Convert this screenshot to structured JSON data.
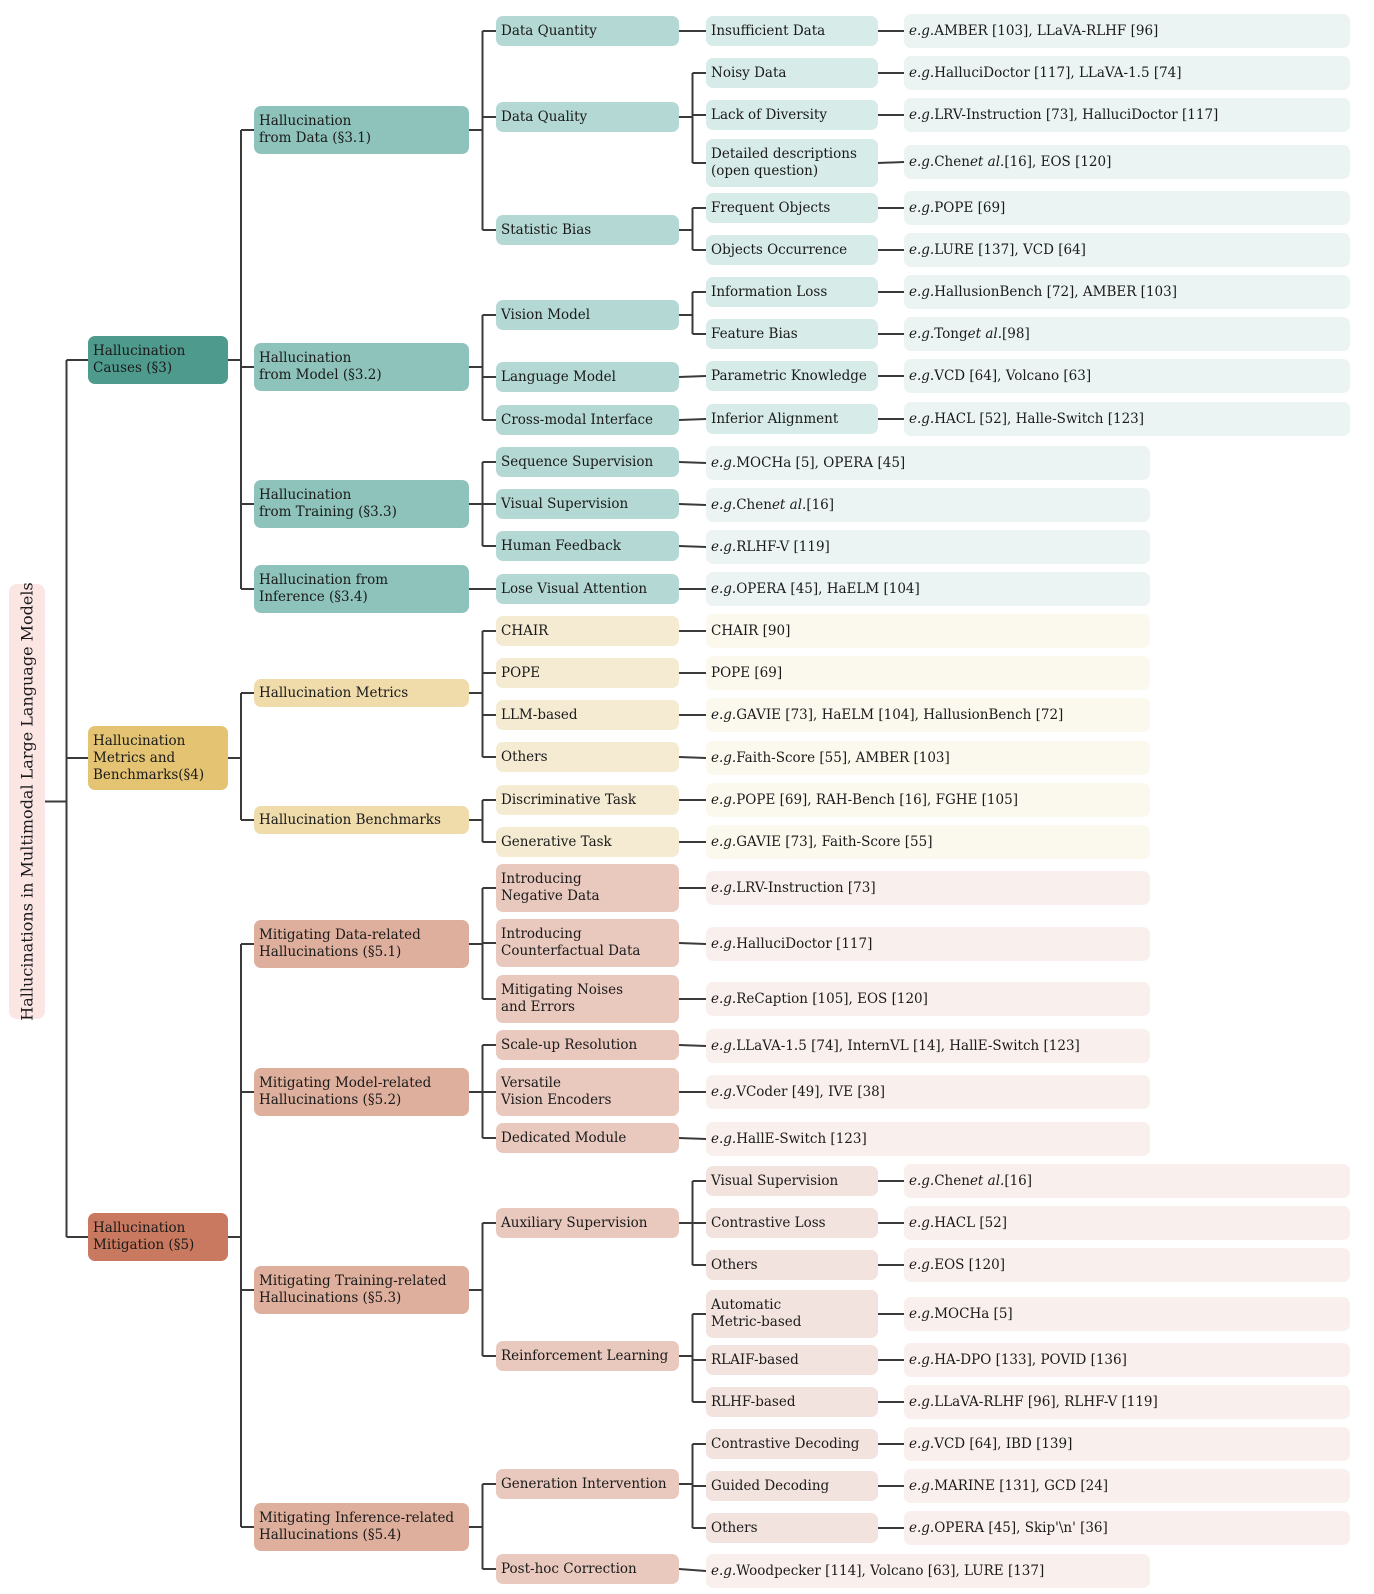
{
  "root": {
    "id": "root",
    "label": "Hallucinations in Multimodal Large Language Models"
  },
  "level1": [
    {
      "id": "causes",
      "label": "Hallucination\nCauses (§3)",
      "theme": "cause"
    },
    {
      "id": "metrics",
      "label": "Hallucination\nMetrics and\nBenchmarks(§4)",
      "theme": "metric"
    },
    {
      "id": "mitigation",
      "label": "Hallucination\nMitigation (§5)",
      "theme": "mit"
    }
  ],
  "level2": [
    {
      "id": "from-data",
      "parent": "causes",
      "label": "Hallucination\nfrom Data (§3.1)"
    },
    {
      "id": "from-model",
      "parent": "causes",
      "label": "Hallucination\nfrom Model (§3.2)"
    },
    {
      "id": "from-training",
      "parent": "causes",
      "label": "Hallucination\nfrom Training (§3.3)"
    },
    {
      "id": "from-inference",
      "parent": "causes",
      "label": "Hallucination from\nInference (§3.4)"
    },
    {
      "id": "h-metrics",
      "parent": "metrics",
      "label": "Hallucination Metrics"
    },
    {
      "id": "h-benchmarks",
      "parent": "metrics",
      "label": "Hallucination Benchmarks"
    },
    {
      "id": "mit-data",
      "parent": "mitigation",
      "label": "Mitigating Data-related\nHallucinations (§5.1)"
    },
    {
      "id": "mit-model",
      "parent": "mitigation",
      "label": "Mitigating Model-related\nHallucinations (§5.2)"
    },
    {
      "id": "mit-training",
      "parent": "mitigation",
      "label": "Mitigating Training-related\nHallucinations (§5.3)"
    },
    {
      "id": "mit-inference",
      "parent": "mitigation",
      "label": "Mitigating Inference-related\nHallucinations (§5.4)"
    }
  ],
  "level3": [
    {
      "id": "data-quantity",
      "parent": "from-data",
      "label": "Data Quantity"
    },
    {
      "id": "data-quality",
      "parent": "from-data",
      "label": "Data Quality"
    },
    {
      "id": "statistic-bias",
      "parent": "from-data",
      "label": "Statistic Bias"
    },
    {
      "id": "vision-model",
      "parent": "from-model",
      "label": "Vision Model"
    },
    {
      "id": "language-model",
      "parent": "from-model",
      "label": "Language Model"
    },
    {
      "id": "cross-modal",
      "parent": "from-model",
      "label": "Cross-modal Interface"
    },
    {
      "id": "seq-sup",
      "parent": "from-training",
      "label": "Sequence Supervision"
    },
    {
      "id": "vis-sup",
      "parent": "from-training",
      "label": "Visual Supervision"
    },
    {
      "id": "human-fb",
      "parent": "from-training",
      "label": "Human Feedback"
    },
    {
      "id": "lose-vis",
      "parent": "from-inference",
      "label": "Lose Visual Attention"
    },
    {
      "id": "chair",
      "parent": "h-metrics",
      "label": "CHAIR"
    },
    {
      "id": "pope",
      "parent": "h-metrics",
      "label": "POPE"
    },
    {
      "id": "llm-based",
      "parent": "h-metrics",
      "label": "LLM-based"
    },
    {
      "id": "others-m",
      "parent": "h-metrics",
      "label": "Others"
    },
    {
      "id": "discrim",
      "parent": "h-benchmarks",
      "label": "Discriminative Task"
    },
    {
      "id": "generative",
      "parent": "h-benchmarks",
      "label": "Generative Task"
    },
    {
      "id": "neg-data",
      "parent": "mit-data",
      "label": "Introducing\nNegative Data"
    },
    {
      "id": "cf-data",
      "parent": "mit-data",
      "label": "Introducing\nCounterfactual Data"
    },
    {
      "id": "noise",
      "parent": "mit-data",
      "label": "Mitigating Noises\nand Errors"
    },
    {
      "id": "scale-res",
      "parent": "mit-model",
      "label": "Scale-up Resolution"
    },
    {
      "id": "versatile",
      "parent": "mit-model",
      "label": "Versatile\nVision Encoders"
    },
    {
      "id": "dedicated",
      "parent": "mit-model",
      "label": "Dedicated Module"
    },
    {
      "id": "aux-sup",
      "parent": "mit-training",
      "label": "Auxiliary Supervision"
    },
    {
      "id": "rl",
      "parent": "mit-training",
      "label": "Reinforcement Learning"
    },
    {
      "id": "gen-int",
      "parent": "mit-inference",
      "label": "Generation Intervention"
    },
    {
      "id": "posthoc",
      "parent": "mit-inference",
      "label": "Post-hoc Correction"
    }
  ],
  "level4": [
    {
      "id": "insufficient",
      "parent": "data-quantity",
      "label": "Insufficient Data"
    },
    {
      "id": "noisy",
      "parent": "data-quality",
      "label": "Noisy Data"
    },
    {
      "id": "diversity",
      "parent": "data-quality",
      "label": "Lack of Diversity"
    },
    {
      "id": "detailed",
      "parent": "data-quality",
      "label": "Detailed descriptions\n(open question)"
    },
    {
      "id": "freq-obj",
      "parent": "statistic-bias",
      "label": "Frequent Objects"
    },
    {
      "id": "obj-occ",
      "parent": "statistic-bias",
      "label": "Objects Occurrence"
    },
    {
      "id": "info-loss",
      "parent": "vision-model",
      "label": "Information Loss"
    },
    {
      "id": "feat-bias",
      "parent": "vision-model",
      "label": "Feature Bias"
    },
    {
      "id": "param-know",
      "parent": "language-model",
      "label": "Parametric Knowledge"
    },
    {
      "id": "inf-align",
      "parent": "cross-modal",
      "label": "Inferior Alignment"
    },
    {
      "id": "ex-seq",
      "parent": "seq-sup",
      "label": "e.g. MOCHa [5], OPERA [45]",
      "leaf": true
    },
    {
      "id": "ex-vis",
      "parent": "vis-sup",
      "label": "e.g. Chen et al. [16]",
      "leaf": true
    },
    {
      "id": "ex-hf",
      "parent": "human-fb",
      "label": "e.g. RLHF-V [119]",
      "leaf": true
    },
    {
      "id": "ex-lose",
      "parent": "lose-vis",
      "label": "e.g. OPERA [45], HaELM [104]",
      "leaf": true
    },
    {
      "id": "ex-chair",
      "parent": "chair",
      "label": "CHAIR [90]",
      "leaf": true
    },
    {
      "id": "ex-pope",
      "parent": "pope",
      "label": "POPE [69]",
      "leaf": true
    },
    {
      "id": "ex-llm",
      "parent": "llm-based",
      "label": "e.g. GAVIE [73], HaELM [104], HallusionBench [72]",
      "leaf": true
    },
    {
      "id": "ex-others-m",
      "parent": "others-m",
      "label": "e.g. Faith-Score [55], AMBER [103]",
      "leaf": true
    },
    {
      "id": "ex-discrim",
      "parent": "discrim",
      "label": "e.g. POPE [69], RAH-Bench [16], FGHE [105]",
      "leaf": true
    },
    {
      "id": "ex-gen",
      "parent": "generative",
      "label": "e.g. GAVIE [73], Faith-Score [55]",
      "leaf": true
    },
    {
      "id": "ex-neg",
      "parent": "neg-data",
      "label": "e.g. LRV-Instruction [73]",
      "leaf": true
    },
    {
      "id": "ex-cf",
      "parent": "cf-data",
      "label": "e.g. HalluciDoctor [117]",
      "leaf": true
    },
    {
      "id": "ex-noise",
      "parent": "noise",
      "label": "e.g. ReCaption [105], EOS [120]",
      "leaf": true
    },
    {
      "id": "ex-scale",
      "parent": "scale-res",
      "label": "e.g. LLaVA-1.5 [74], InternVL [14], HallE-Switch [123]",
      "leaf": true
    },
    {
      "id": "ex-versatile",
      "parent": "versatile",
      "label": "e.g. VCoder [49], IVE [38]",
      "leaf": true
    },
    {
      "id": "ex-dedicated",
      "parent": "dedicated",
      "label": "e.g. HallE-Switch [123]",
      "leaf": true
    },
    {
      "id": "aux-vis",
      "parent": "aux-sup",
      "label": "Visual Supervision"
    },
    {
      "id": "aux-contr",
      "parent": "aux-sup",
      "label": "Contrastive Loss"
    },
    {
      "id": "aux-others",
      "parent": "aux-sup",
      "label": "Others"
    },
    {
      "id": "rl-auto",
      "parent": "rl",
      "label": "Automatic\nMetric-based"
    },
    {
      "id": "rl-aif",
      "parent": "rl",
      "label": "RLAIF-based"
    },
    {
      "id": "rl-hf",
      "parent": "rl",
      "label": "RLHF-based"
    },
    {
      "id": "gi-contr",
      "parent": "gen-int",
      "label": "Contrastive Decoding"
    },
    {
      "id": "gi-guided",
      "parent": "gen-int",
      "label": "Guided Decoding"
    },
    {
      "id": "gi-others",
      "parent": "gen-int",
      "label": "Others"
    },
    {
      "id": "ex-posthoc",
      "parent": "posthoc",
      "label": "e.g.Woodpecker [114], Volcano [63], LURE [137]",
      "leaf": true
    }
  ],
  "level5": [
    {
      "id": "ex-insufficient",
      "parent": "insufficient",
      "label": "e.g. AMBER [103], LLaVA-RLHF [96]"
    },
    {
      "id": "ex-noisy",
      "parent": "noisy",
      "label": "e.g. HalluciDoctor [117], LLaVA-1.5 [74]"
    },
    {
      "id": "ex-diversity",
      "parent": "diversity",
      "label": "e.g. LRV-Instruction [73], HalluciDoctor [117]"
    },
    {
      "id": "ex-detailed",
      "parent": "detailed",
      "label": "e.g. Chen et al. [16], EOS [120]"
    },
    {
      "id": "ex-freq",
      "parent": "freq-obj",
      "label": "e.g. POPE [69]"
    },
    {
      "id": "ex-occ",
      "parent": "obj-occ",
      "label": "e.g. LURE [137], VCD [64]"
    },
    {
      "id": "ex-info",
      "parent": "info-loss",
      "label": "e.g. HallusionBench [72], AMBER [103]"
    },
    {
      "id": "ex-feat",
      "parent": "feat-bias",
      "label": "e.g. Tong et al. [98]"
    },
    {
      "id": "ex-param",
      "parent": "param-know",
      "label": "e.g. VCD [64], Volcano [63]"
    },
    {
      "id": "ex-align",
      "parent": "inf-align",
      "label": "e.g. HACL [52], Halle-Switch [123]"
    },
    {
      "id": "ex-aux-vis",
      "parent": "aux-vis",
      "label": "e.g. Chen et al. [16]"
    },
    {
      "id": "ex-aux-contr",
      "parent": "aux-contr",
      "label": "e.g. HACL [52]"
    },
    {
      "id": "ex-aux-others",
      "parent": "aux-others",
      "label": "e.g. EOS [120]"
    },
    {
      "id": "ex-rl-auto",
      "parent": "rl-auto",
      "label": "e.g. MOCHa [5]"
    },
    {
      "id": "ex-rl-aif",
      "parent": "rl-aif",
      "label": "e.g. HA-DPO [133], POVID [136]"
    },
    {
      "id": "ex-rl-hf",
      "parent": "rl-hf",
      "label": "e.g. LLaVA-RLHF [96], RLHF-V [119]"
    },
    {
      "id": "ex-gi-contr",
      "parent": "gi-contr",
      "label": "e.g.VCD [64], IBD [139]"
    },
    {
      "id": "ex-gi-guided",
      "parent": "gi-guided",
      "label": "e.g.MARINE [131], GCD [24]"
    },
    {
      "id": "ex-gi-others",
      "parent": "gi-others",
      "label": "e.g.OPERA [45], Skip'\\n' [36]"
    }
  ],
  "colors": {
    "line": "#3a3a3a",
    "cause": [
      "#4e9b8e",
      "#8ec3bc",
      "#b4d9d4",
      "#d7ebe8",
      "#ebf4f3"
    ],
    "metric": [
      "#e4c473",
      "#f0dcaa",
      "#f5ebd3",
      "#fbf8ee"
    ],
    "mit": [
      "#c9795f",
      "#deaf9c",
      "#e9c9be",
      "#f3e3de",
      "#f9efec"
    ],
    "root": "#fbe6e4"
  }
}
